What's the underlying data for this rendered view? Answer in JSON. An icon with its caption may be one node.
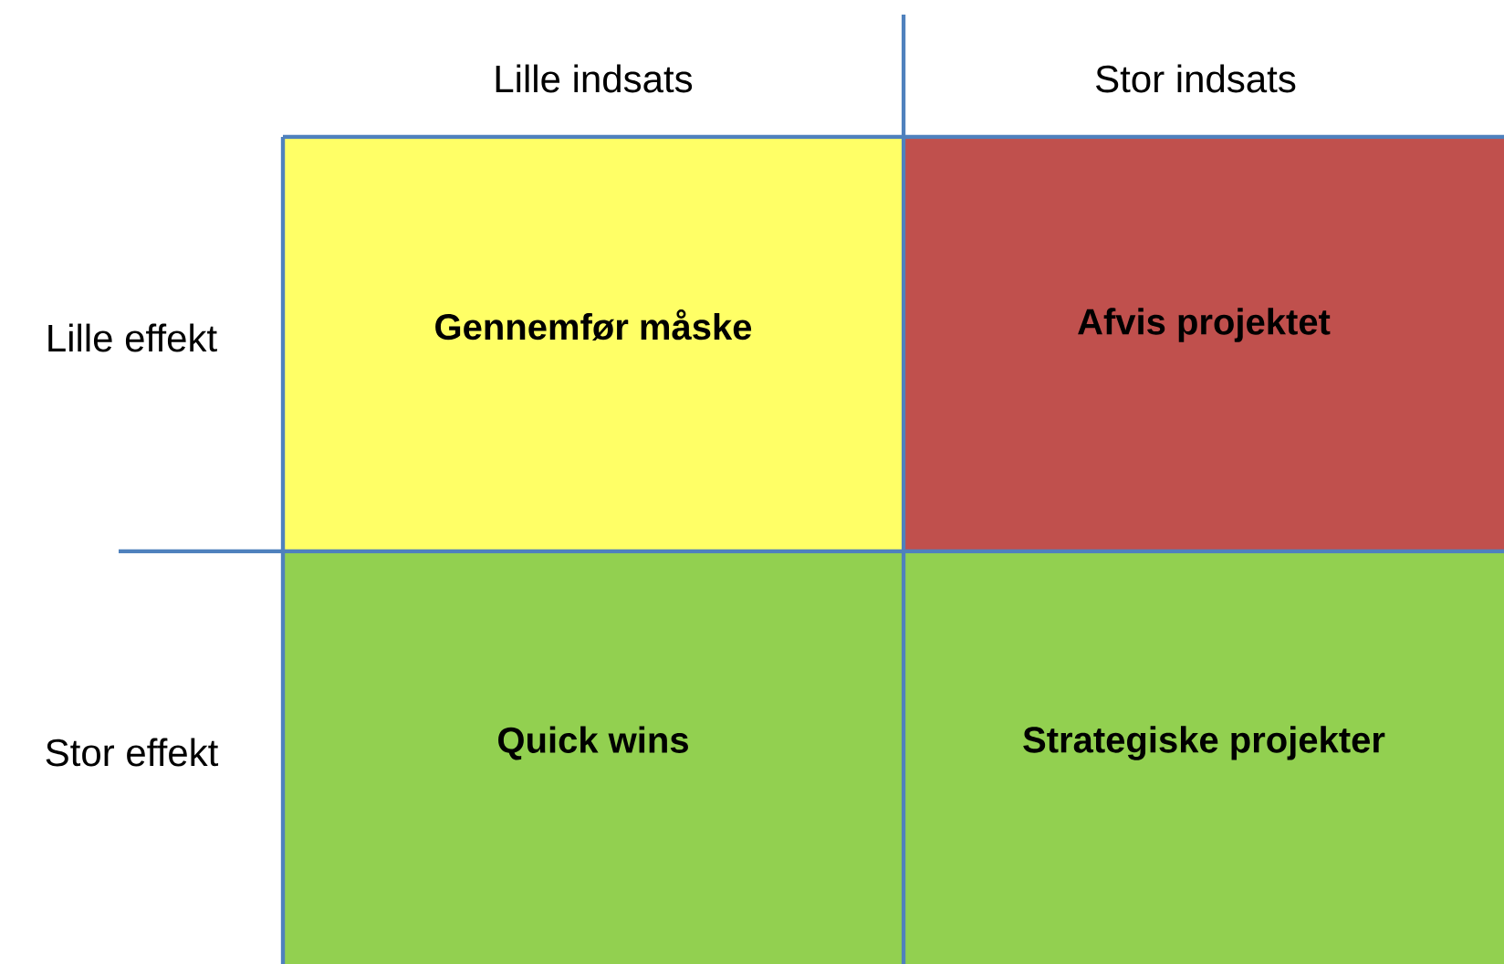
{
  "diagram": {
    "nodes": [
      {
        "text": [
          "Gennemfør måske"
        ]
      },
      {
        "text": [
          "Afvis projektet"
        ]
      },
      {
        "text": [
          "Quick wins"
        ]
      },
      {
        "text": [
          "Strategiske projekter"
        ]
      }
    ],
    "labels": [
      "Lille indsats",
      "Stor indsats",
      "Lille effekt",
      "Stor effekt"
    ]
  }
}
